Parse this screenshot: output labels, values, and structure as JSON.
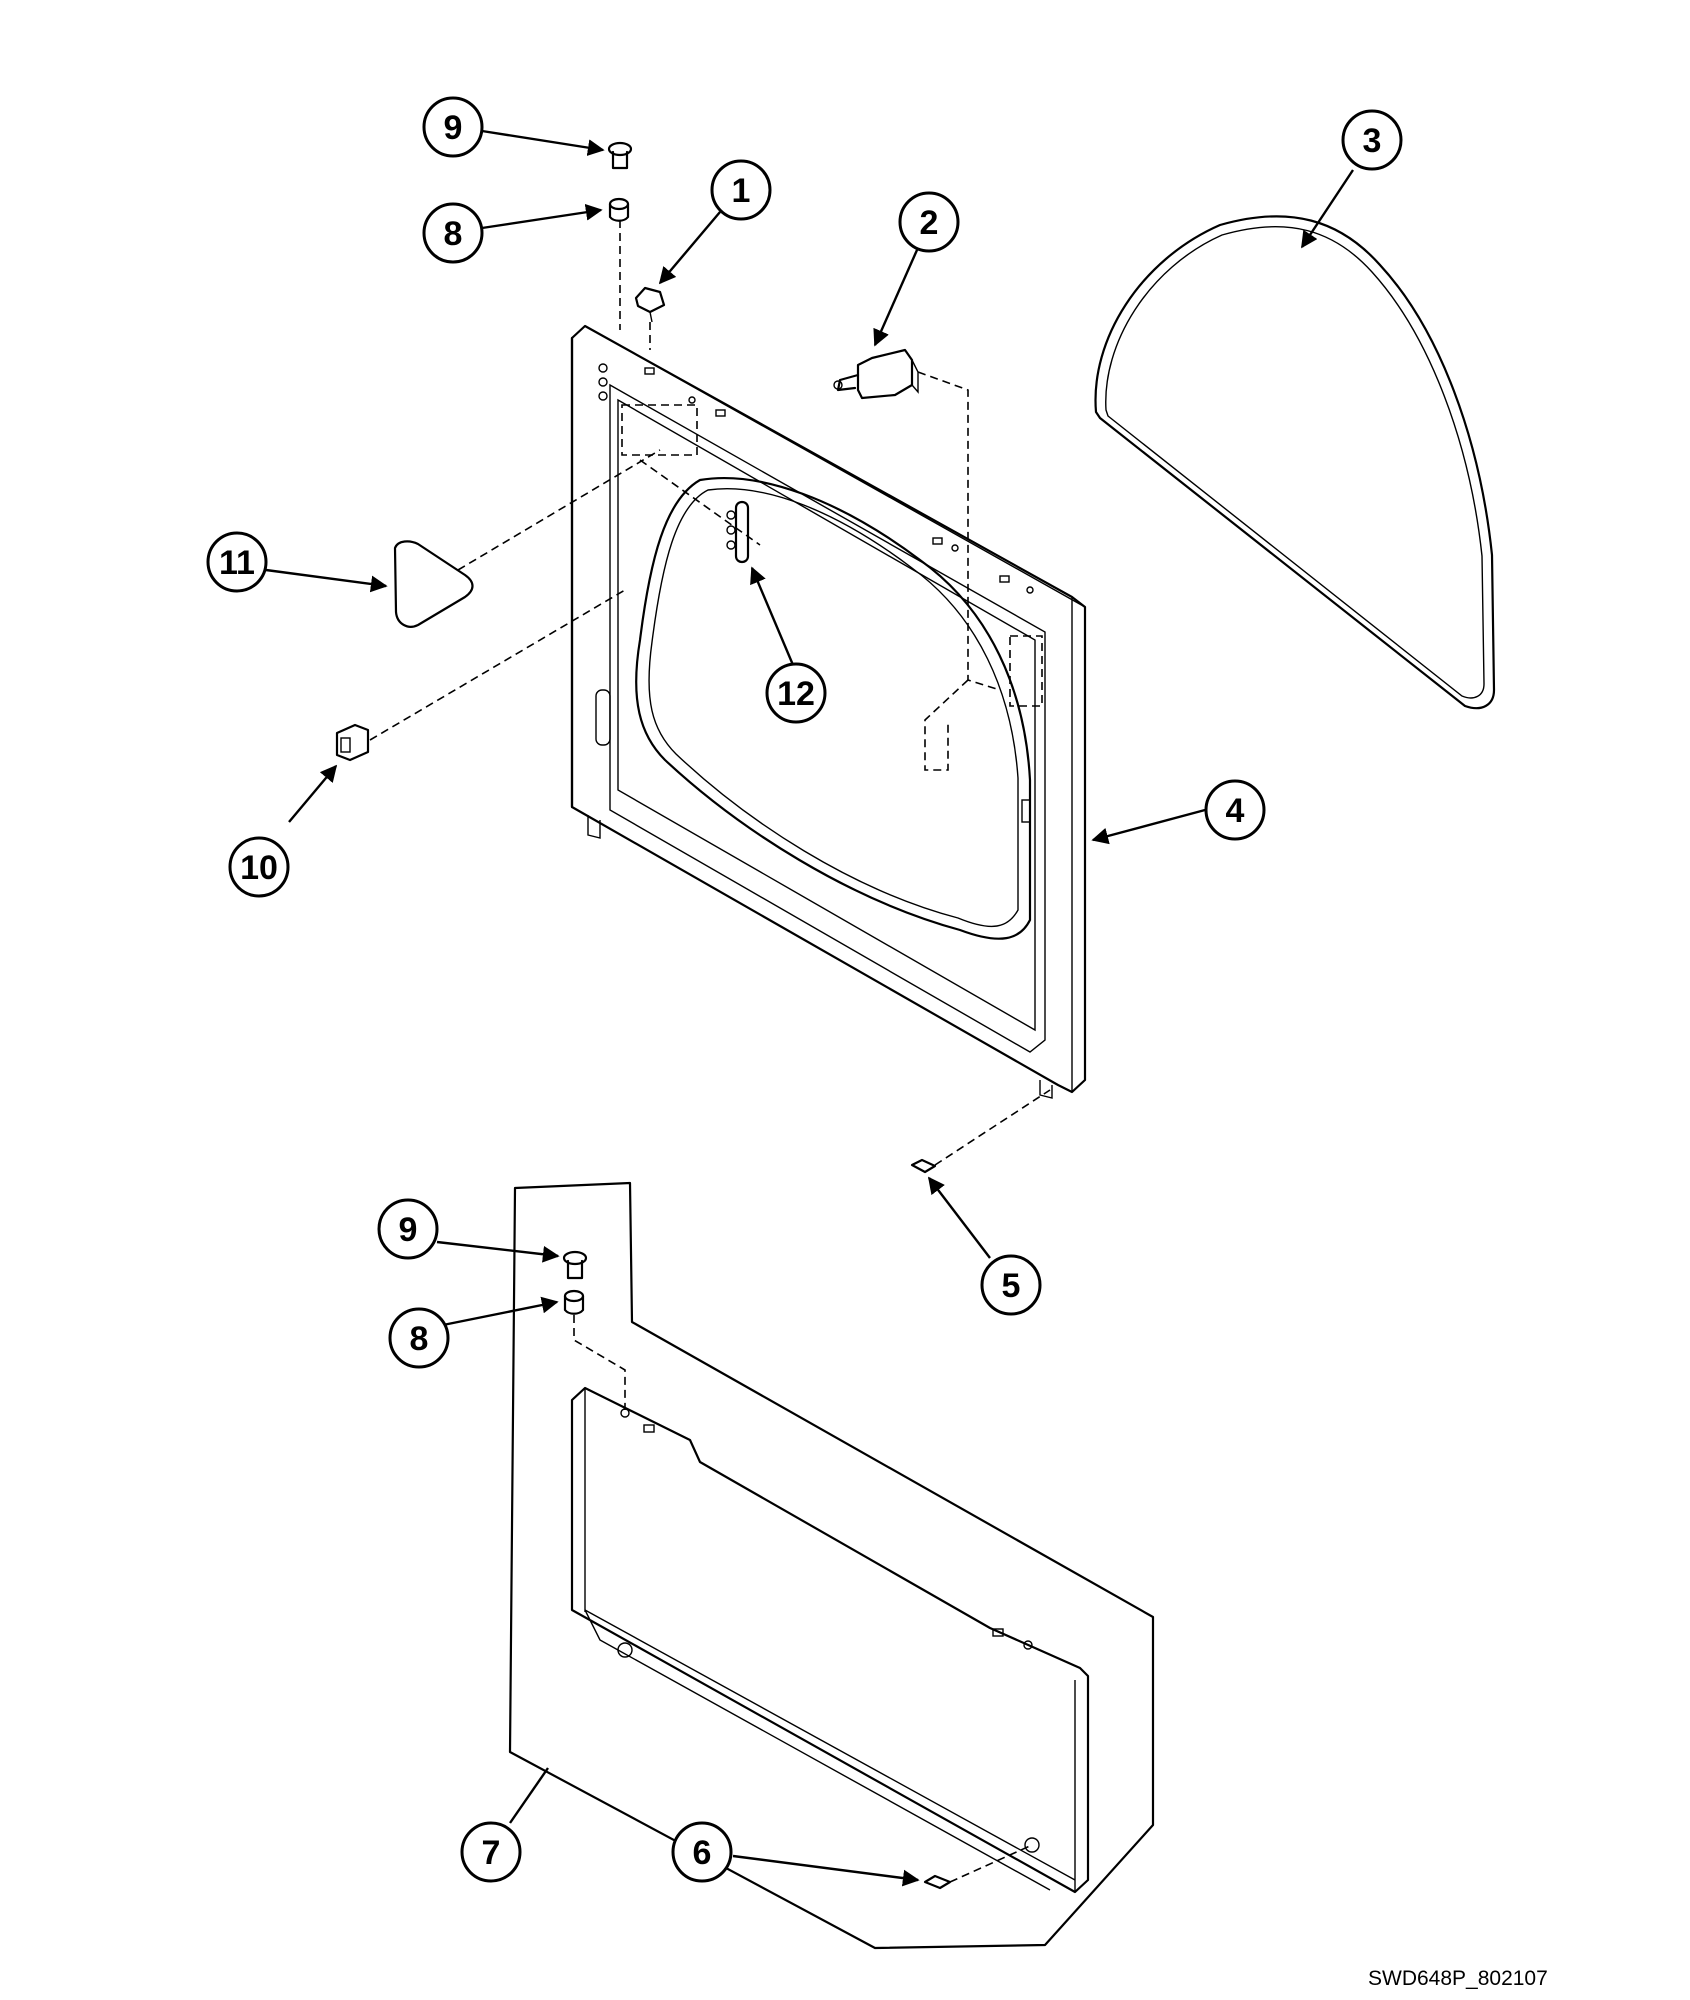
{
  "diagram": {
    "document_id": "SWD648P_802107",
    "callouts": [
      {
        "id": "callout-1",
        "label": "1"
      },
      {
        "id": "callout-2",
        "label": "2"
      },
      {
        "id": "callout-3",
        "label": "3"
      },
      {
        "id": "callout-4",
        "label": "4"
      },
      {
        "id": "callout-5",
        "label": "5"
      },
      {
        "id": "callout-6",
        "label": "6"
      },
      {
        "id": "callout-7",
        "label": "7"
      },
      {
        "id": "callout-8a",
        "label": "8"
      },
      {
        "id": "callout-8b",
        "label": "8"
      },
      {
        "id": "callout-9a",
        "label": "9"
      },
      {
        "id": "callout-9b",
        "label": "9"
      },
      {
        "id": "callout-10",
        "label": "10"
      },
      {
        "id": "callout-11",
        "label": "11"
      },
      {
        "id": "callout-12",
        "label": "12"
      }
    ]
  }
}
